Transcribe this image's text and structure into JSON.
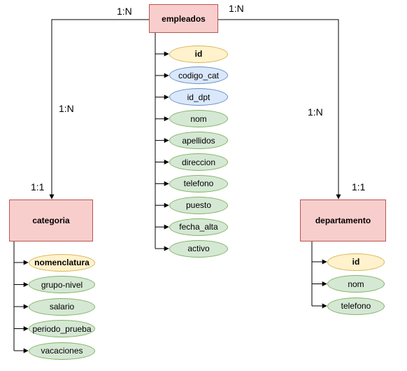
{
  "entities": {
    "empleados": "empleados",
    "categoria": "categoria",
    "departamento": "departamento"
  },
  "empleados_attrs": [
    {
      "label": "id",
      "kind": "pk"
    },
    {
      "label": "codigo_cat",
      "kind": "fk"
    },
    {
      "label": "id_dpt",
      "kind": "fk"
    },
    {
      "label": "nom",
      "kind": "plain"
    },
    {
      "label": "apellidos",
      "kind": "plain"
    },
    {
      "label": "direccion",
      "kind": "plain"
    },
    {
      "label": "telefono",
      "kind": "plain"
    },
    {
      "label": "puesto",
      "kind": "plain"
    },
    {
      "label": "fecha_alta",
      "kind": "plain"
    },
    {
      "label": "activo",
      "kind": "plain"
    }
  ],
  "categoria_attrs": [
    {
      "label": "nomenclatura",
      "kind": "pk"
    },
    {
      "label": "grupo-nivel",
      "kind": "plain"
    },
    {
      "label": "salario",
      "kind": "plain"
    },
    {
      "label": "periodo_prueba",
      "kind": "plain"
    },
    {
      "label": "vacaciones",
      "kind": "plain"
    }
  ],
  "departamento_attrs": [
    {
      "label": "id",
      "kind": "pk"
    },
    {
      "label": "nom",
      "kind": "plain"
    },
    {
      "label": "telefono",
      "kind": "plain"
    }
  ],
  "cardinalities": {
    "emp_left": "1:N",
    "emp_right": "1:N",
    "cat_line": "1:N",
    "dep_line": "1:N",
    "cat_end": "1:1",
    "dep_end": "1:1"
  },
  "colors": {
    "entity_fill": "#f8cecc",
    "entity_stroke": "#b85450",
    "pk_fill": "#fff2cc",
    "fk_fill": "#dae8fc",
    "attr_fill": "#d5e8d4"
  }
}
